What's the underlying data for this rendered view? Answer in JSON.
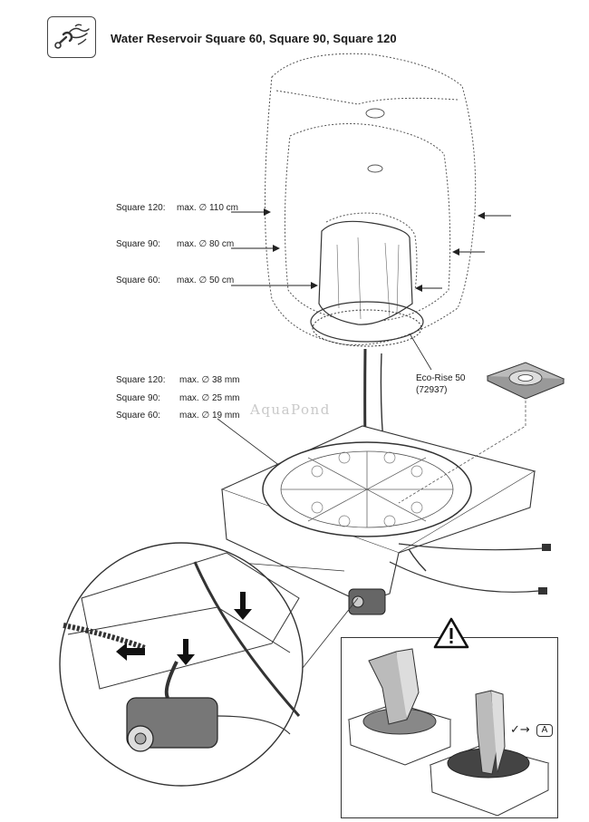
{
  "header": {
    "title": "Water Reservoir Square 60, Square 90, Square 120",
    "icon": "wrench-hand-icon"
  },
  "stone_sizes": [
    {
      "model": "Square 120:",
      "value": "max. ∅ 110 cm"
    },
    {
      "model": "Square 90:",
      "value": "max. ∅ 80 cm"
    },
    {
      "model": "Square 60:",
      "value": "max. ∅ 50 cm"
    }
  ],
  "hose_sizes": [
    {
      "model": "Square 120:",
      "value": "max. ∅ 38 mm"
    },
    {
      "model": "Square 90:",
      "value": "max. ∅ 25 mm"
    },
    {
      "model": "Square 60:",
      "value": "max. ∅ 19 mm"
    }
  ],
  "eco_rise": {
    "name": "Eco-Rise 50",
    "code": "(72937)"
  },
  "watermark": "AquaPond",
  "warning": {
    "icon": "warning-triangle-icon",
    "ref": "A"
  }
}
